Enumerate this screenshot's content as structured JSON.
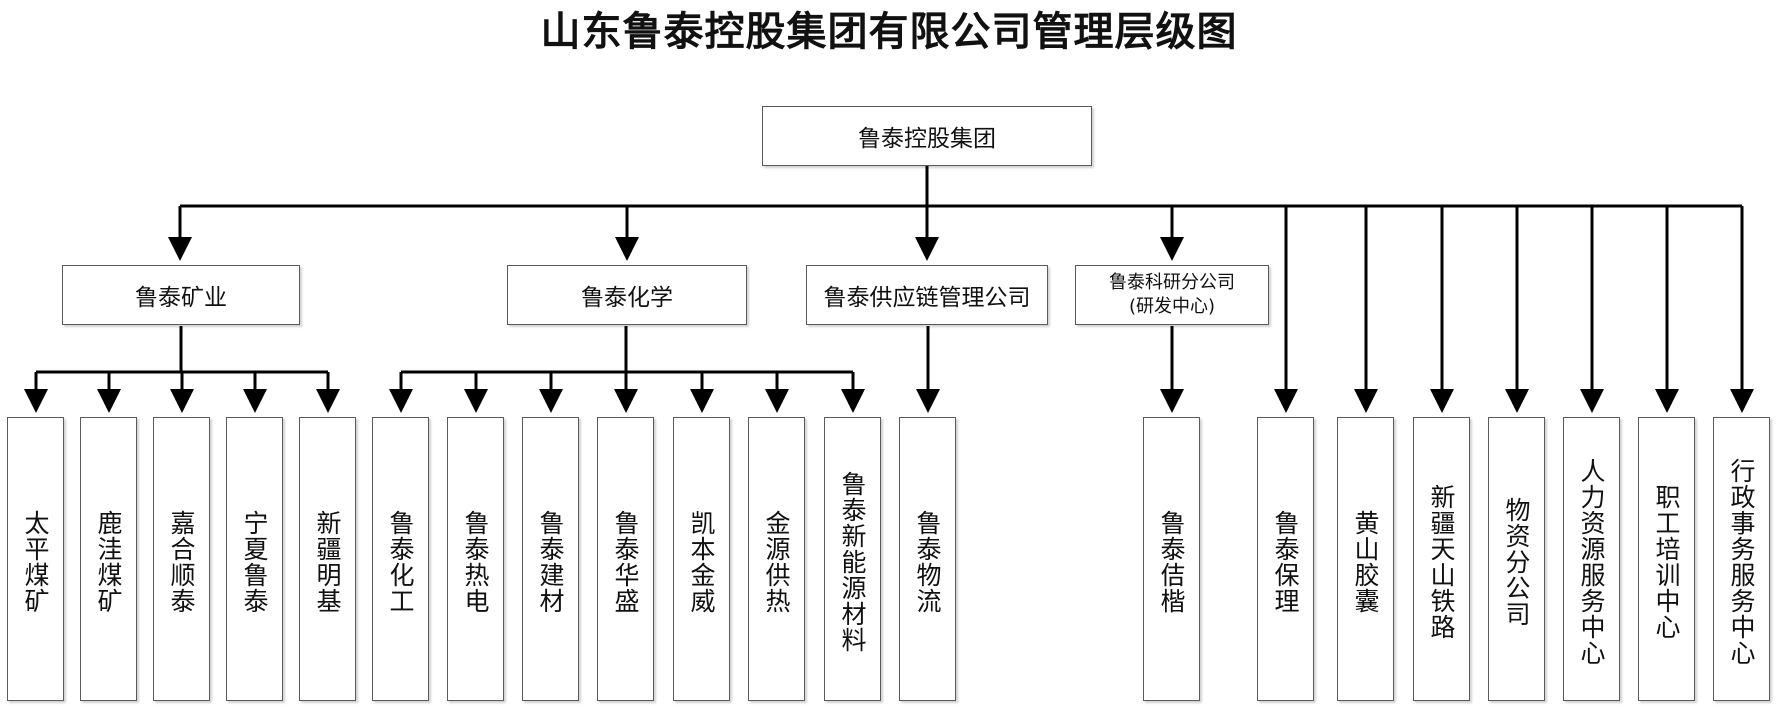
{
  "title": "山东鲁泰控股集团有限公司管理层级图",
  "root": {
    "label": "鲁泰控股集团"
  },
  "divisions": {
    "mining": "鲁泰矿业",
    "chemical": "鲁泰化学",
    "supply_chain": "鲁泰供应链管理公司",
    "research": "鲁泰科研分公司",
    "research_note": "(研发中心)"
  },
  "units": {
    "taiping": "太平煤矿",
    "luwa": "鹿洼煤矿",
    "jiahe": "嘉合顺泰",
    "ningxia": "宁夏鲁泰",
    "xinjiang_mingji": "新疆明基",
    "huagong": "鲁泰化工",
    "redian": "鲁泰热电",
    "jiancai": "鲁泰建材",
    "huasheng": "鲁泰华盛",
    "kaiben": "凯本金威",
    "jinyuan": "金源供热",
    "xinnengyuan": "鲁泰新能源材料",
    "wuliu": "鲁泰物流",
    "xinkai": "鲁泰佶楷",
    "baoli": "鲁泰保理",
    "huangshan": "黄山胶囊",
    "tianshan": "新疆天山铁路",
    "wuzi": "物资分公司",
    "hr": "人力资源服务中心",
    "training": "职工培训中心",
    "admin": "行政事务服务中心"
  }
}
